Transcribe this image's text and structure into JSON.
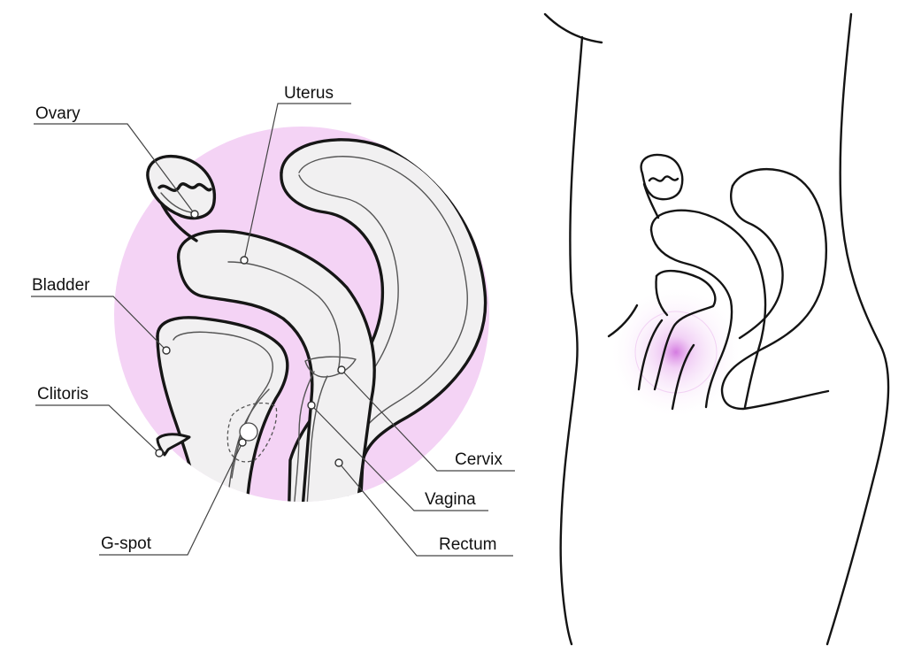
{
  "labels": {
    "ovary": "Ovary",
    "uterus": "Uterus",
    "bladder": "Bladder",
    "clitoris": "Clitoris",
    "g_spot": "G-spot",
    "cervix": "Cervix",
    "vagina": "Vagina",
    "rectum": "Rectum"
  },
  "colors": {
    "circle_background": "#f4d3f5",
    "organ_fill": "#f1f0f1",
    "outline": "#161616",
    "glow": "#c64fd6"
  }
}
